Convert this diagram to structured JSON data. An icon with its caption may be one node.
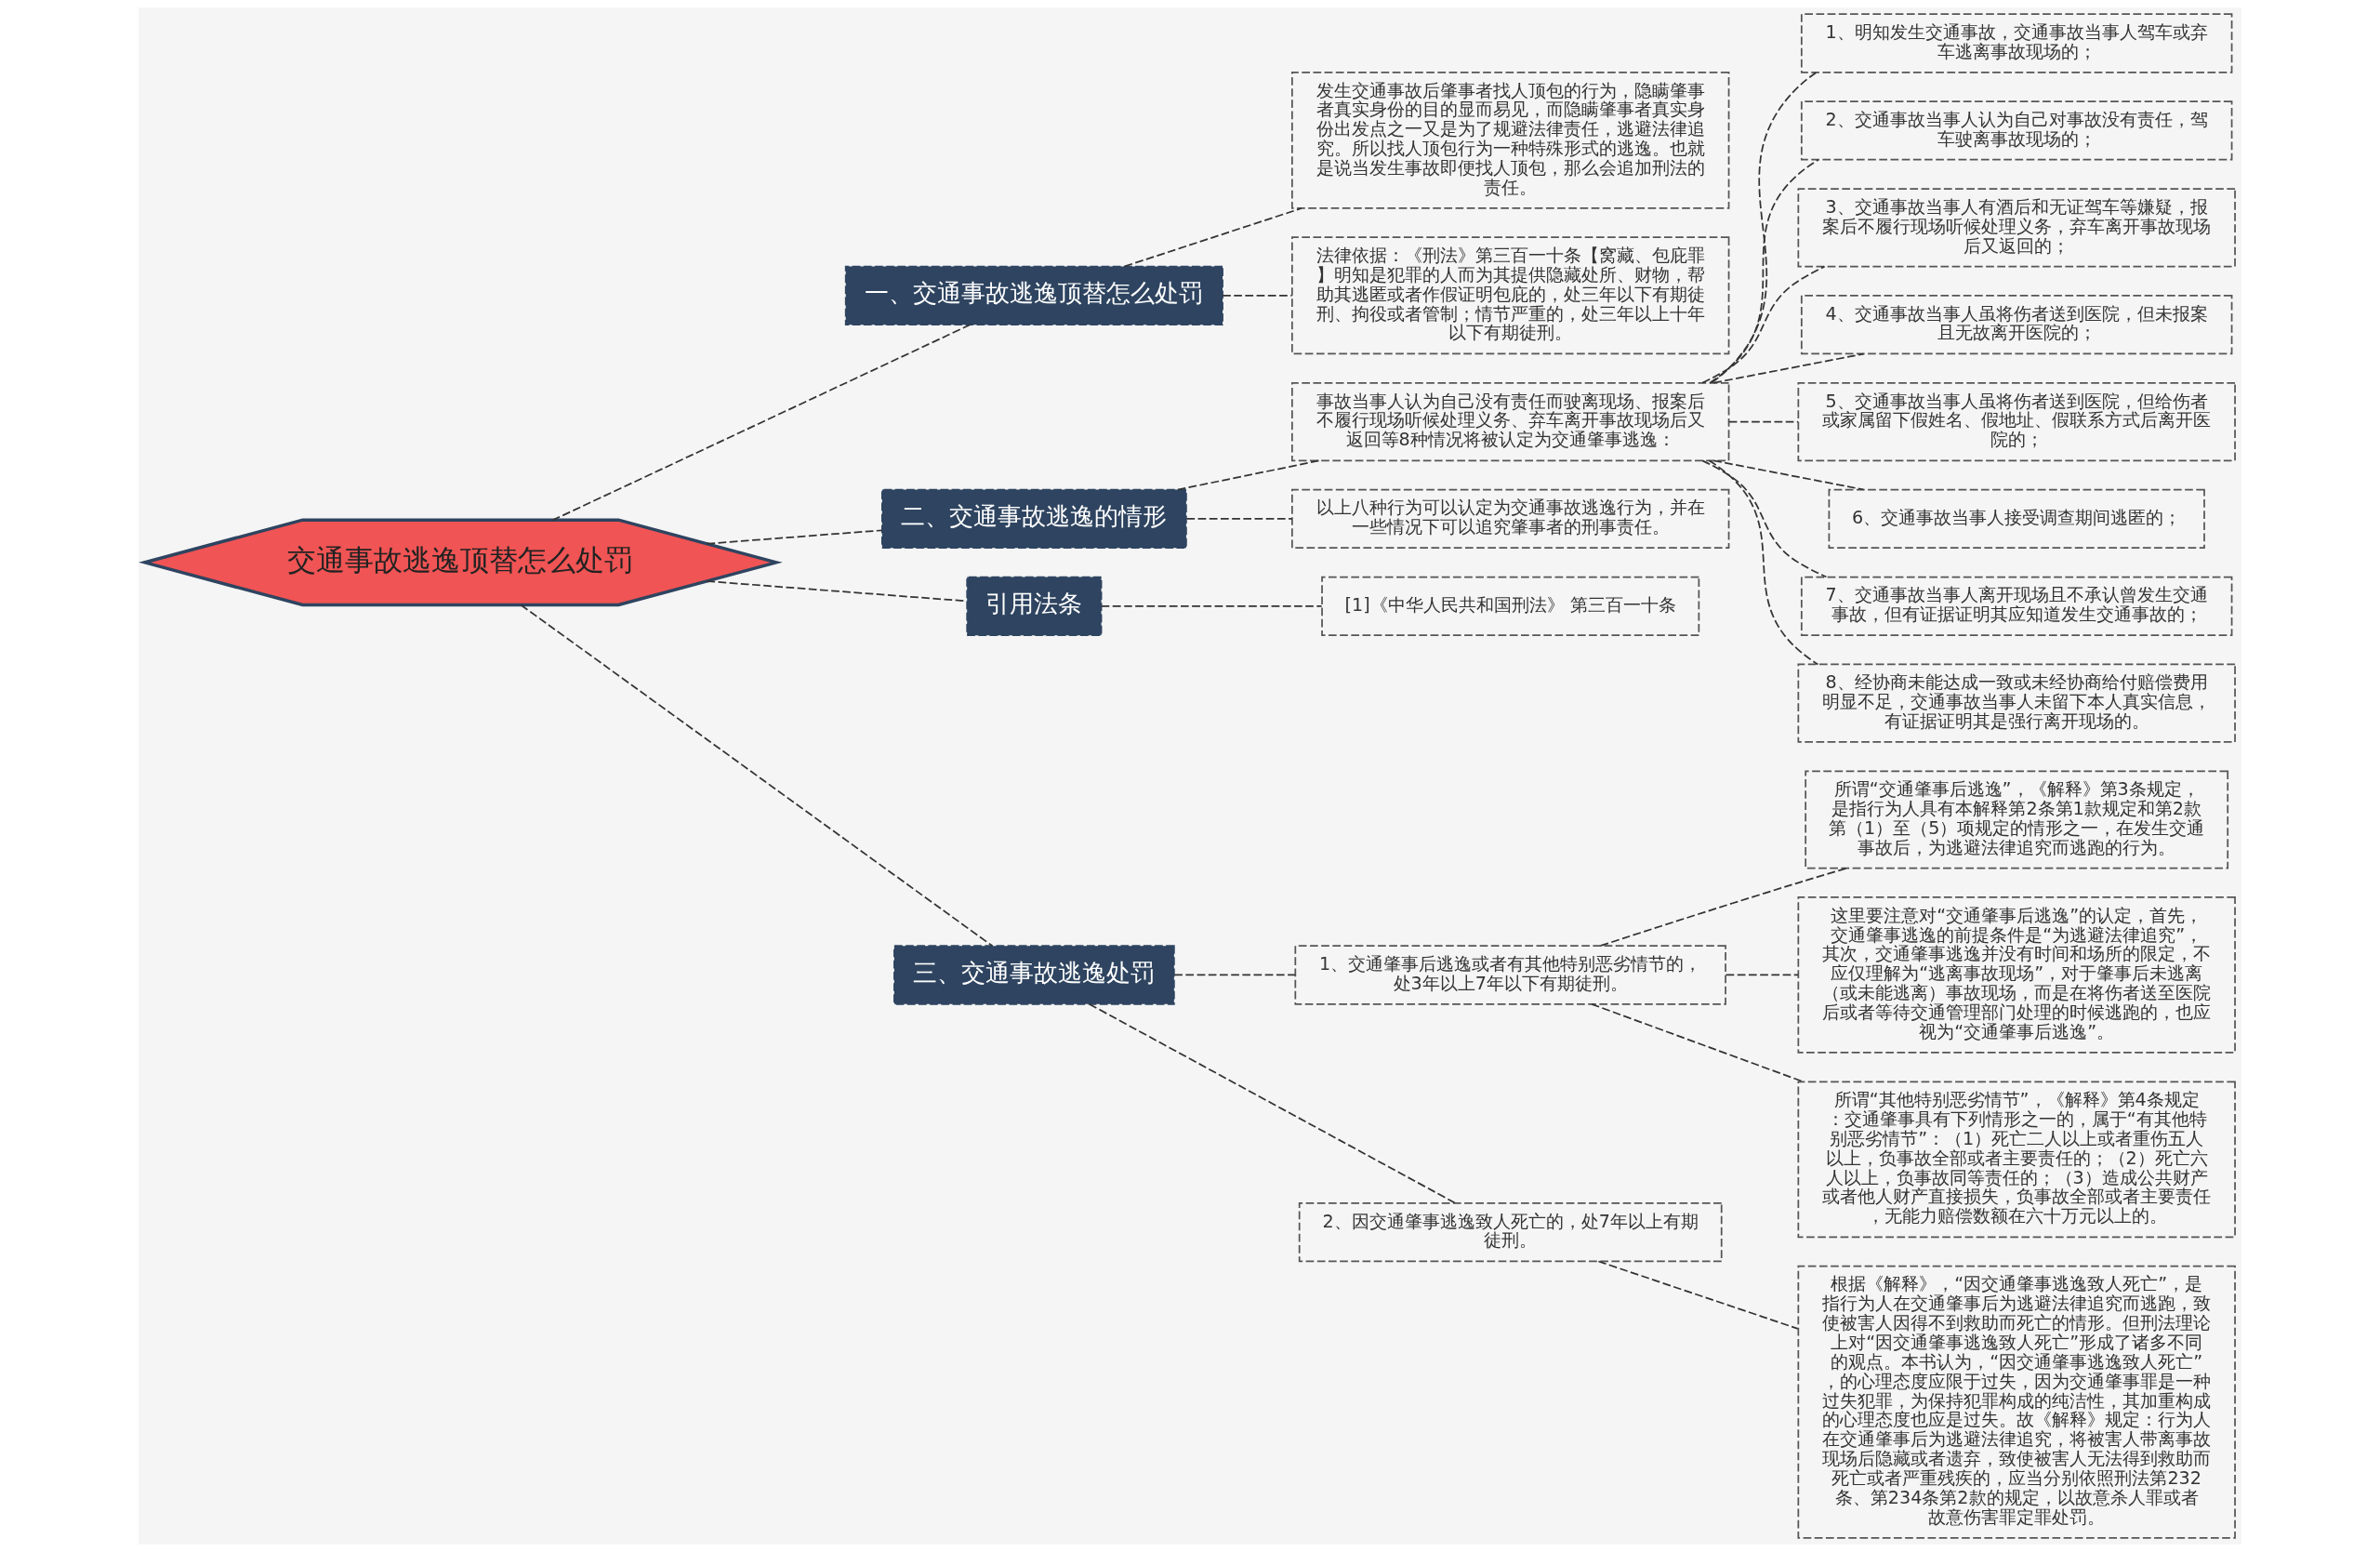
{
  "diagram": {
    "nodes": [
      {
        "text": [
          "交通事故逃逸顶替怎么处罚"
        ]
      },
      {
        "text": [
          "一、交通事故逃逸顶替怎么处罚"
        ]
      },
      {
        "text": [
          "发生交通事故后肇事者找人顶包的行为，隐瞒肇事者真实身份的目的显而易见，而隐瞒肇事者真实身份出发点之一又是为了规避法律责任，逃避法律追究。所以找人顶包行为一种特殊形式的逃逸。也就是说当发生事故即便找人顶包，那么会追加刑法的责任。"
        ]
      },
      {
        "text": [
          "法律依据：《刑法》第三百一十条【窝藏、包庇罪】明知是犯罪的人而为其提供隐藏处所、财物，帮助其逃匿或者作假证明包庇的，处三年以下有期徒刑、拘役或者管制；情节严重的，处三年以上十年以下有期徒刑。"
        ]
      },
      {
        "text": [
          "二、交通事故逃逸的情形"
        ]
      },
      {
        "text": [
          "事故当事人认为自己没有责任而驶离现场、报案后不履行现场听候处理义务、弃车离开事故现场后又返回等8种情况将被认定为交通肇事逃逸："
        ]
      },
      {
        "text": [
          "1、明知发生交通事故，交通事故当事人驾车或弃车逃离事故现场的；"
        ]
      },
      {
        "text": [
          "2、交通事故当事人认为自己对事故没有责任，驾车驶离事故现场的；"
        ]
      },
      {
        "text": [
          "3、交通事故当事人有酒后和无证驾车等嫌疑，报案后不履行现场听候处理义务，弃车离开事故现场后又返回的；"
        ]
      },
      {
        "text": [
          "4、交通事故当事人虽将伤者送到医院，但未报案且无故离开医院的；"
        ]
      },
      {
        "text": [
          "5、交通事故当事人虽将伤者送到医院，但给伤者或家属留下假姓名、假地址、假联系方式后离开医院的；"
        ]
      },
      {
        "text": [
          "6、交通事故当事人接受调查期间逃匿的；"
        ]
      },
      {
        "text": [
          "7、交通事故当事人离开现场且不承认曾发生交通事故，但有证据证明其应知道发生交通事故的；"
        ]
      },
      {
        "text": [
          "8、经协商未能达成一致或未经协商给付赔偿费用明显不足，交通事故当事人未留下本人真实信息，有证据证明其是强行离开现场的。"
        ]
      },
      {
        "text": [
          "以上八种行为可以认定为交通事故逃逸行为，并在一些情况下可以追究肇事者的刑事责任。"
        ]
      },
      {
        "text": [
          "引用法条"
        ]
      },
      {
        "text": [
          "[1]《中华人民共和国刑法》 第三百一十条"
        ]
      },
      {
        "text": [
          "三、交通事故逃逸处罚"
        ]
      },
      {
        "text": [
          "1、交通肇事后逃逸或者有其他特别恶劣情节的，处3年以上7年以下有期徒刑。"
        ]
      },
      {
        "text": [
          "所谓“交通肇事后逃逸”，《解释》第3条规定，是指行为人具有本解释第2条第1款规定和第2款第（1）至（5）项规定的情形之一，在发生交通事故后，为逃避法律追究而逃跑的行为。"
        ]
      },
      {
        "text": [
          "这里要注意对“交通肇事后逃逸”的认定，首先，交通肇事逃逸的前提条件是“为逃避法律追究”，其次，交通肇事逃逸并没有时间和场所的限定，不应仅理解为“逃离事故现场”，对于肇事后未逃离（或未能逃离）事故现场，而是在将伤者送至医院后或者等待交通管理部门处理的时候逃跑的，也应视为“交通肇事后逃逸”。"
        ]
      },
      {
        "text": [
          "所谓“其他特别恶劣情节”，《解释》第4条规定：交通肇事具有下列情形之一的，属于“有其他特别恶劣情节”：（1）死亡二人以上或者重伤五人以上，负事故全部或者主要责任的；（2）死亡六人以上，负事故同等责任的；（3）造成公共财产或者他人财产直接损失，负事故全部或者主要责任，无能力赔偿数额在六十万元以上的。"
        ]
      },
      {
        "text": [
          "2、因交通肇事逃逸致人死亡的，处7年以上有期徒刑。"
        ]
      },
      {
        "text": [
          "根据《解释》，“因交通肇事逃逸致人死亡”，是指行为人在交通肇事后为逃避法律追究而逃跑，致使被害人因得不到救助而死亡的情形。但刑法理论上对“因交通肇事逃逸致人死亡”形成了诸多不同的观点。本书认为，“因交通肇事逃逸致人死亡”，的心理态度应限于过失，因为交通肇事罪是一种过失犯罪，为保持犯罪构成的纯洁性，其加重构成的心理态度也应是过失。故《解释》规定：行为人在交通肇事后为逃避法律追究，将被害人带离事故现场后隐藏或者遗弃，致使被害人无法得到救助而死亡或者严重残疾的，应当分别依照刑法第232条、第234条第2款的规定，以故意杀人罪或者故意伤害罪定罪处罚。"
        ]
      }
    ],
    "edges": [
      {
        "from": 0,
        "to": 1,
        "arrow": "none",
        "style": "dashed"
      },
      {
        "from": 1,
        "to": 2,
        "arrow": "none",
        "style": "dashed"
      },
      {
        "from": 1,
        "to": 3,
        "arrow": "none",
        "style": "dashed"
      },
      {
        "from": 0,
        "to": 4,
        "arrow": "none",
        "style": "dashed"
      },
      {
        "from": 4,
        "to": 5,
        "arrow": "none",
        "style": "dashed"
      },
      {
        "from": 5,
        "to": 6,
        "arrow": "none",
        "style": "dashed"
      },
      {
        "from": 5,
        "to": 7,
        "arrow": "none",
        "style": "dashed"
      },
      {
        "from": 5,
        "to": 8,
        "arrow": "none",
        "style": "dashed"
      },
      {
        "from": 5,
        "to": 9,
        "arrow": "none",
        "style": "dashed"
      },
      {
        "from": 5,
        "to": 10,
        "arrow": "none",
        "style": "dashed"
      },
      {
        "from": 5,
        "to": 11,
        "arrow": "none",
        "style": "dashed"
      },
      {
        "from": 5,
        "to": 12,
        "arrow": "none",
        "style": "dashed"
      },
      {
        "from": 5,
        "to": 13,
        "arrow": "none",
        "style": "dashed"
      },
      {
        "from": 4,
        "to": 14,
        "arrow": "none",
        "style": "dashed"
      },
      {
        "from": 0,
        "to": 15,
        "arrow": "none",
        "style": "dashed"
      },
      {
        "from": 15,
        "to": 16,
        "arrow": "none",
        "style": "dashed"
      },
      {
        "from": 0,
        "to": 17,
        "arrow": "none",
        "style": "dashed"
      },
      {
        "from": 17,
        "to": 18,
        "arrow": "none",
        "style": "dashed"
      },
      {
        "from": 18,
        "to": 19,
        "arrow": "none",
        "style": "dashed"
      },
      {
        "from": 18,
        "to": 20,
        "arrow": "none",
        "style": "dashed"
      },
      {
        "from": 18,
        "to": 21,
        "arrow": "none",
        "style": "dashed"
      },
      {
        "from": 17,
        "to": 22,
        "arrow": "none",
        "style": "dashed"
      },
      {
        "from": 22,
        "to": 23,
        "arrow": "none",
        "style": "dashed"
      }
    ]
  }
}
